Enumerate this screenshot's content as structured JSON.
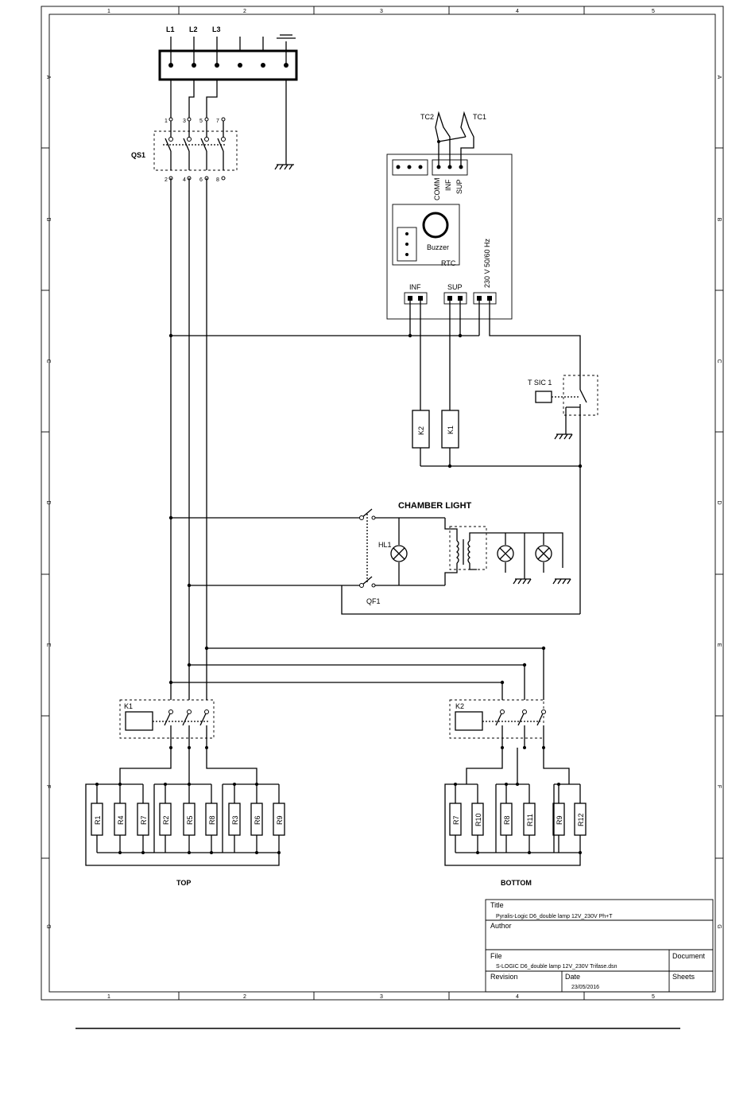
{
  "frame": {
    "col_labels": [
      "1",
      "2",
      "3",
      "4",
      "5"
    ],
    "row_labels": [
      "A",
      "B",
      "C",
      "D",
      "E",
      "F",
      "G"
    ]
  },
  "supply": {
    "l1": "L1",
    "l2": "L2",
    "l3": "L3"
  },
  "qs1": {
    "label": "QS1",
    "top_pins": [
      "1",
      "3",
      "5",
      "7"
    ],
    "bottom_pins": [
      "2",
      "4",
      "6",
      "8"
    ]
  },
  "controller": {
    "tc2": "TC2",
    "tc1": "TC1",
    "comm": "COMM",
    "inf_v": "INF",
    "sup_v": "SUP",
    "buzzer": "Buzzer",
    "rtc": "RTC",
    "supply_rating": "230 V 50/60 Hz",
    "inf": "INF",
    "sup": "SUP"
  },
  "coils": {
    "k2": "K2",
    "k1": "K1"
  },
  "tsic": "T SIC 1",
  "chamber_light": {
    "title": "CHAMBER  LIGHT",
    "hl1": "HL1",
    "qf1": "QF1"
  },
  "contactors": {
    "k1": "K1",
    "k2": "K2"
  },
  "top_heaters": {
    "labels": [
      "R1",
      "R4",
      "R7",
      "R2",
      "R5",
      "R8",
      "R3",
      "R6",
      "R9"
    ],
    "caption": "TOP"
  },
  "bottom_heaters": {
    "labels": [
      "R7",
      "R10",
      "R8",
      "R11",
      "R9",
      "R12"
    ],
    "caption": "BOTTOM"
  },
  "title_block": {
    "title_label": "Title",
    "title": "Pyralis-Logic D6_double lamp 12V_230V Ph+T",
    "author_label": "Author",
    "file_label": "File",
    "file": "S-LOGIC D6_double lamp 12V_230V Trifase.dsn",
    "document_label": "Document",
    "revision_label": "Revision",
    "date_label": "Date",
    "date": "23/05/2016",
    "sheets_label": "Sheets"
  }
}
